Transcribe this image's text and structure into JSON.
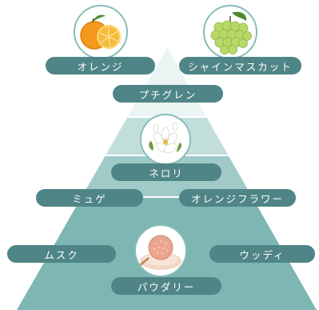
{
  "colors": {
    "pill": "#4f8586",
    "tier_top": "#eaf4f3",
    "tier_mid": "#c2dedb",
    "tier_low": "#9fcac7",
    "tier_base": "#7db6b3",
    "tier_line": "#ffffff",
    "circle_border": "#88bdb9"
  },
  "top_notes": {
    "label_1": "オレンジ",
    "label_2": "シャインマスカット",
    "label_3": "プチグレン",
    "image_1_icon": "orange-icon",
    "image_2_icon": "shine-muscat-grape-icon"
  },
  "middle_notes": {
    "label_1": "ネロリ",
    "label_2": "ミュゲ",
    "label_3": "オレンジフラワー",
    "image_icon": "neroli-flower-icon"
  },
  "base_notes": {
    "label_1": "ムスク",
    "label_2": "ウッディ",
    "label_3": "パウダリー",
    "image_icon": "powder-puff-icon"
  }
}
